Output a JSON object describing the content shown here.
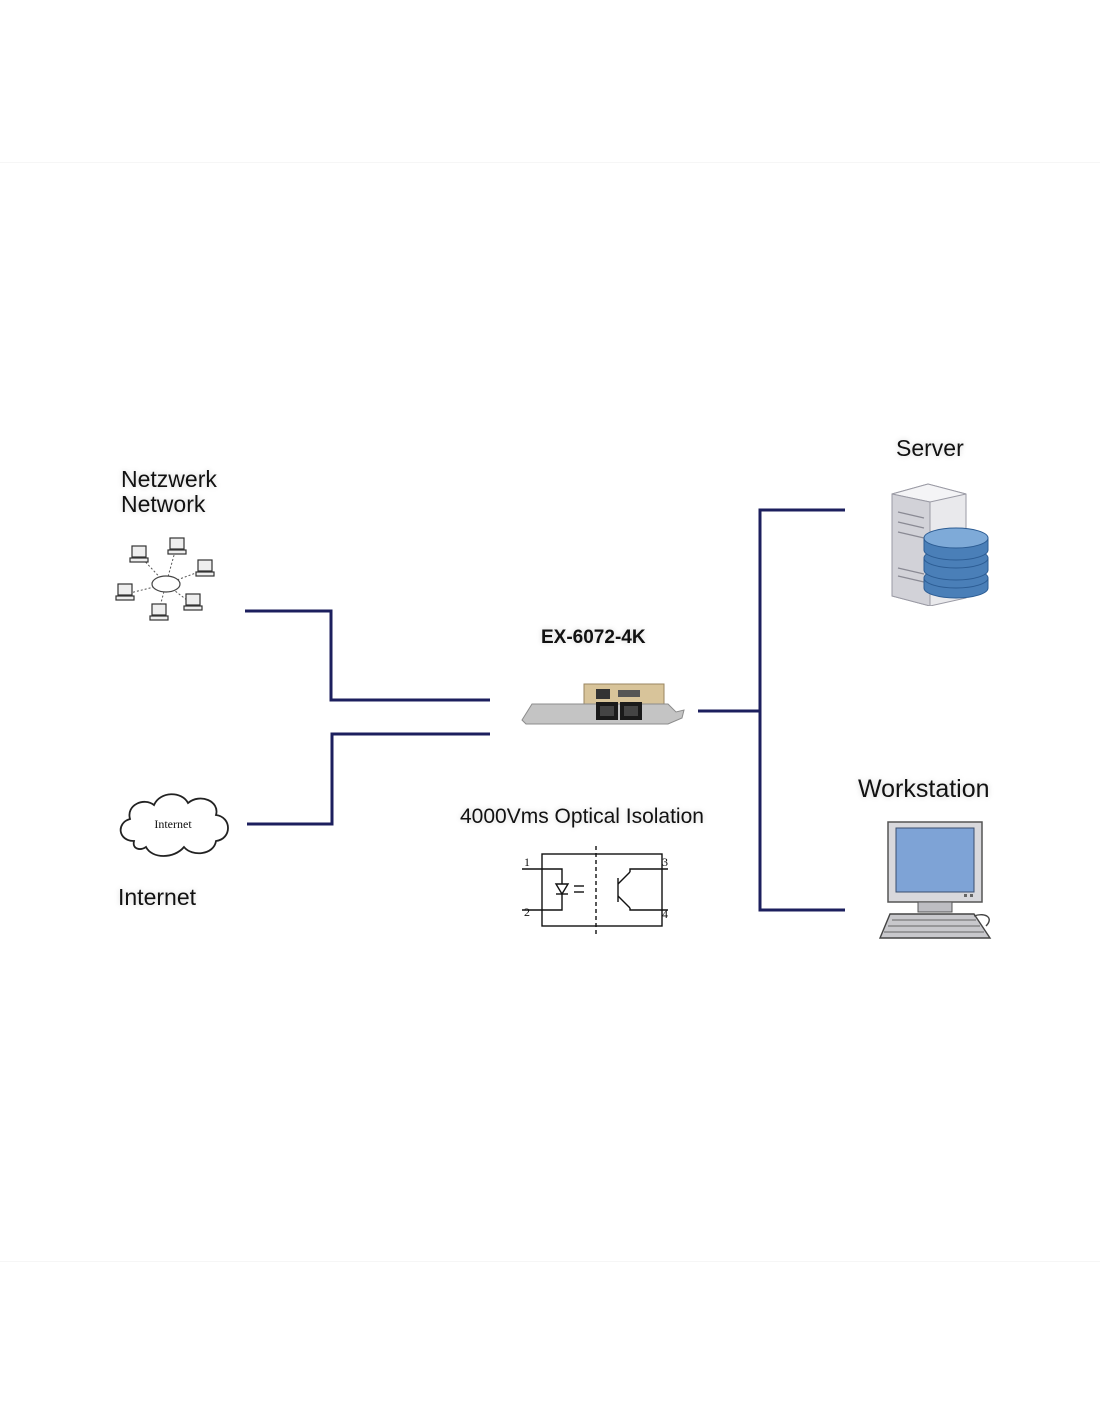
{
  "labels": {
    "network_de": "Netzwerk",
    "network_en": "Network",
    "internet": "Internet",
    "internet_cloud": "Internet",
    "device": "EX-6072-4K",
    "isolation": "4000Vms Optical Isolation",
    "server": "Server",
    "workstation": "Workstation"
  },
  "optocoupler_pins": [
    "1",
    "2",
    "3",
    "4"
  ],
  "colors": {
    "connector_line": "#1c1f5e",
    "server_db": "#4a7fb8",
    "monitor_screen": "#7ea3d6"
  },
  "icons": [
    "network-topology-icon",
    "internet-cloud-icon",
    "network-card-icon",
    "optocoupler-icon",
    "server-database-icon",
    "workstation-computer-icon"
  ]
}
